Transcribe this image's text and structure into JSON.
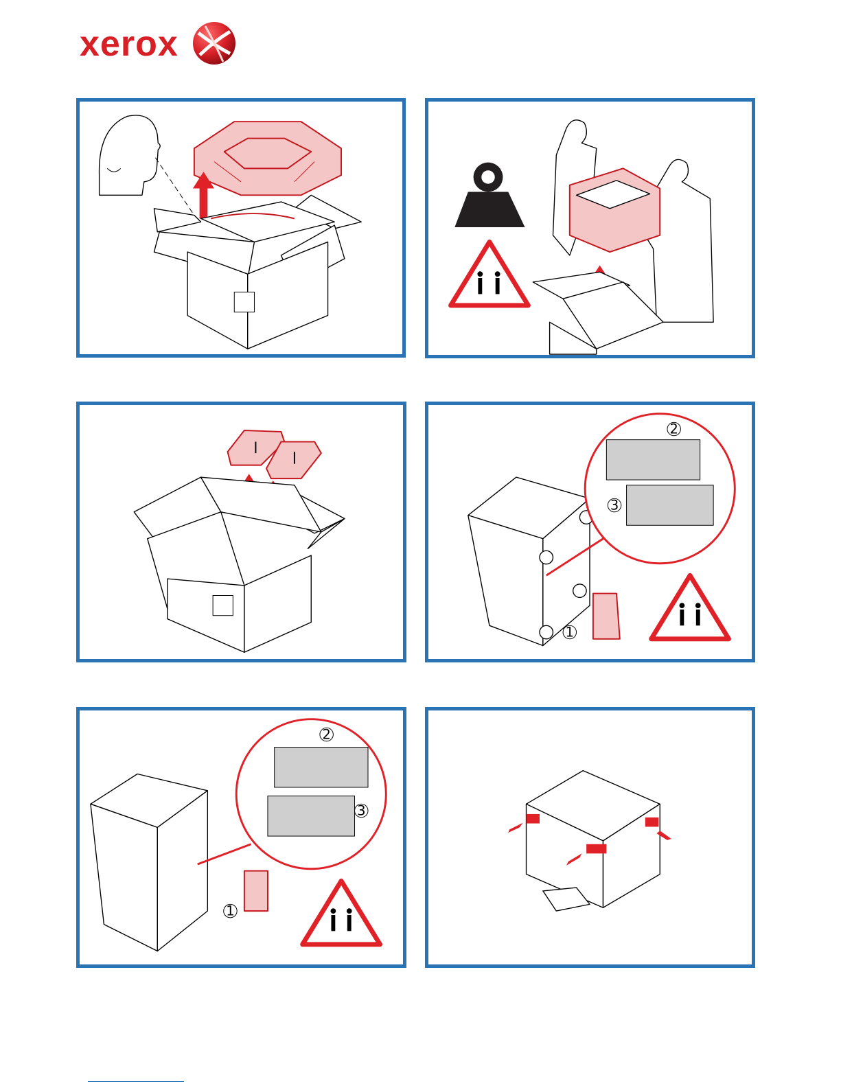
{
  "brand": {
    "wordmark": "xerox",
    "accent_color": "#d71f26",
    "frame_color": "#2a74b5"
  },
  "steps": [
    {
      "id": "remove-foam-insert",
      "icons": [
        "person-head-icon",
        "foam-packing-icon",
        "up-arrow-icon",
        "box-icon"
      ]
    },
    {
      "id": "lift-unit-from-box",
      "icons": [
        "weight-icon",
        "two-person-lift-warning-icon",
        "up-arrow-icon",
        "people-lifting-icon"
      ]
    },
    {
      "id": "remove-accessory-packs",
      "icons": [
        "accessory-pack-icon",
        "up-arrow-icon",
        "box-icon"
      ]
    },
    {
      "id": "remove-cover-panel-right",
      "callouts": [
        "1",
        "2",
        "3"
      ],
      "icons": [
        "zoom-detail-icon",
        "two-person-lift-warning-icon"
      ]
    },
    {
      "id": "remove-cover-panel-left",
      "callouts": [
        "1",
        "2",
        "3"
      ],
      "icons": [
        "zoom-detail-icon",
        "two-person-lift-warning-icon"
      ]
    },
    {
      "id": "remove-shipping-tape",
      "icons": [
        "tape-icon",
        "arrow-out-icon",
        "cabinet-icon"
      ]
    }
  ]
}
